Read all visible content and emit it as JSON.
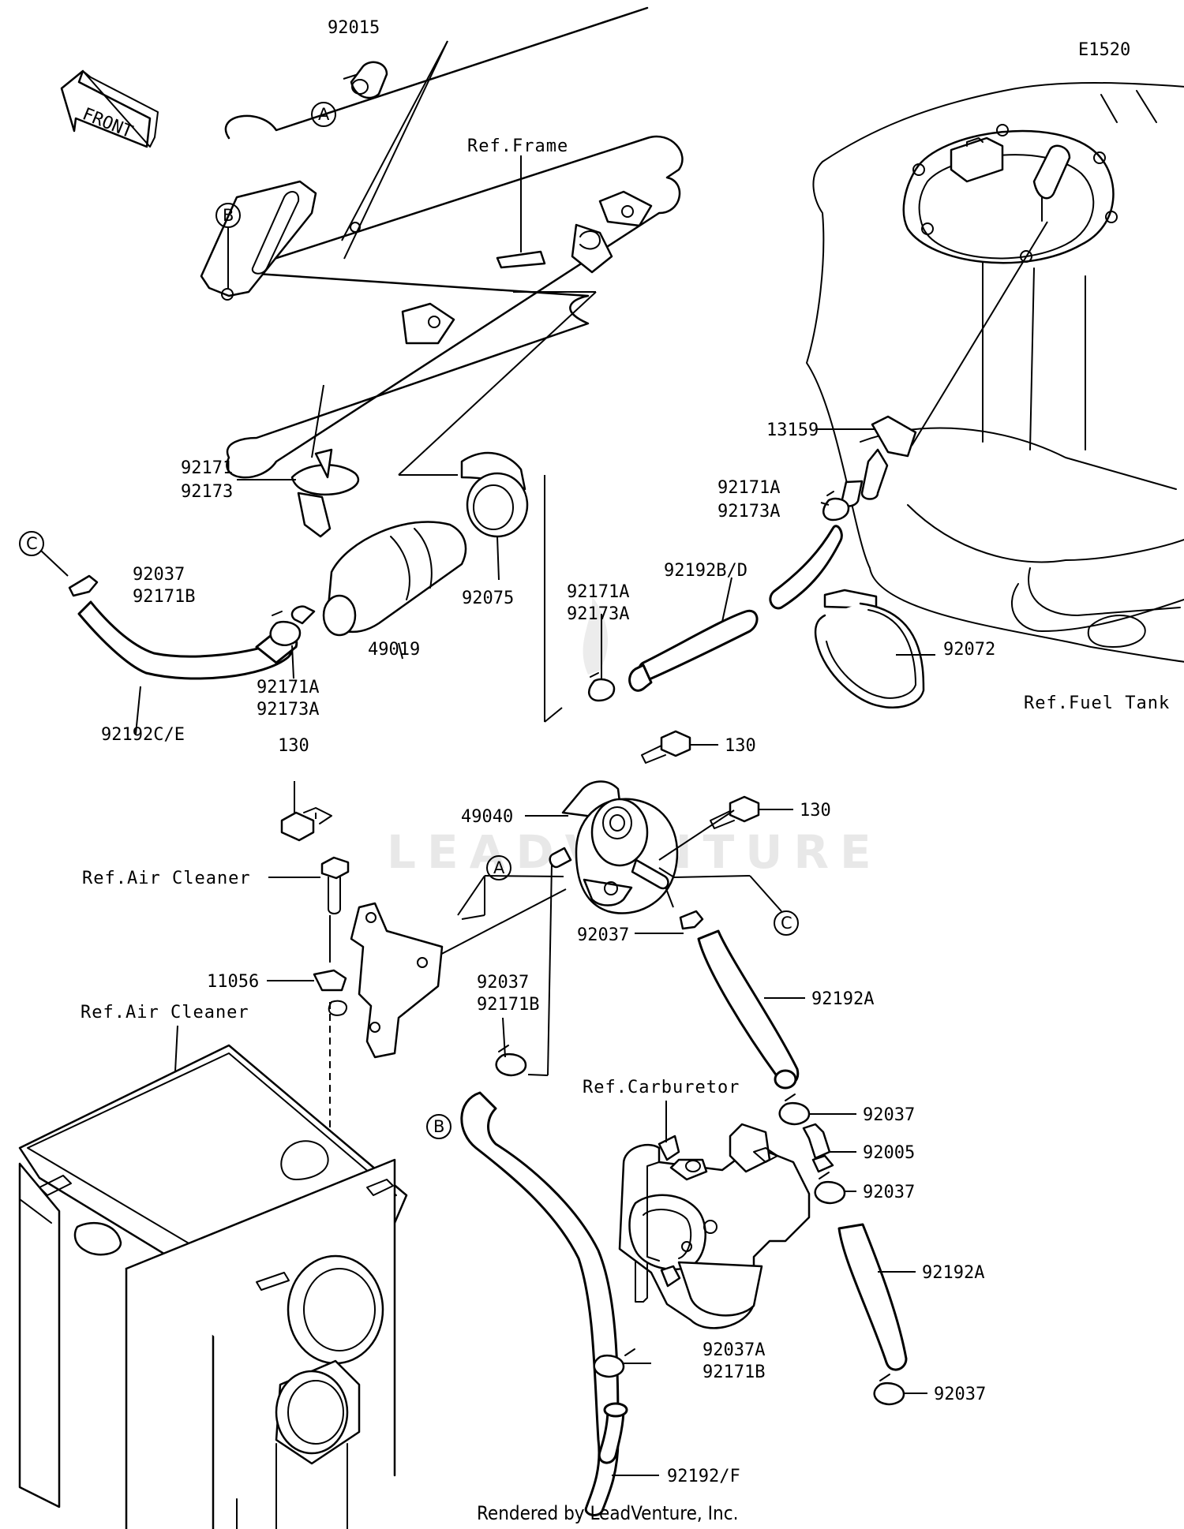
{
  "diagram_code": "E1520",
  "front_label": "FRONT",
  "watermark": "LEADVENTURE",
  "markers": {
    "a": "A",
    "b": "B",
    "c": "C"
  },
  "labels": {
    "p92015": "92015",
    "ref_frame": "Ref.Frame",
    "p13159": "13159",
    "p92171": "92171",
    "p92173": "92173",
    "p92171A": "92171A",
    "p92173A": "92173A",
    "p92171B": "92171B",
    "p92192BD": "92192B/D",
    "p92037": "92037",
    "p92037A": "92037A",
    "p92075": "92075",
    "p92072": "92072",
    "p49019": "49019",
    "p92192CE": "92192C/E",
    "ref_fuel_tank": "Ref.Fuel Tank",
    "p130": "130",
    "p49040": "49040",
    "ref_air_cleaner": "Ref.Air Cleaner",
    "p11056": "11056",
    "p92192A": "92192A",
    "ref_carburetor": "Ref.Carburetor",
    "p92005": "92005",
    "p92192F": "92192/F"
  },
  "footer": "Rendered by LeadVenture, Inc."
}
